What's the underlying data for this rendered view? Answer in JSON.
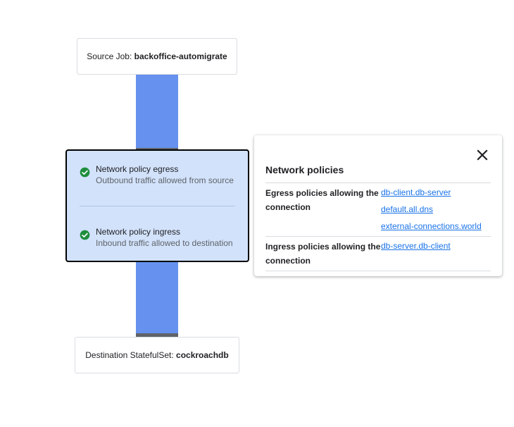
{
  "source": {
    "label": "Source Job:",
    "name": "backoffice-automigrate"
  },
  "destination": {
    "label": "Destination StatefulSet:",
    "name": "cockroachdb"
  },
  "checks": {
    "egress": {
      "title": "Network policy egress",
      "subtitle": "Outbound traffic allowed from source",
      "icon": "check-circle-icon"
    },
    "ingress": {
      "title": "Network policy ingress",
      "subtitle": "Inbound traffic allowed to destination",
      "icon": "check-circle-icon"
    }
  },
  "panel": {
    "title": "Network policies",
    "close_icon": "close-icon",
    "egress": {
      "label": "Egress policies allowing the connection",
      "policies": [
        "db-client.db-server",
        "default.all.dns",
        "external-connections.world"
      ]
    },
    "ingress": {
      "label": "Ingress policies allowing the connection",
      "policies": [
        "db-server.db-client"
      ]
    }
  },
  "colors": {
    "flow": "#6691ee",
    "policy_box": "#d2e2fb",
    "check_green": "#1e8e3e",
    "link": "#1a73e8"
  }
}
